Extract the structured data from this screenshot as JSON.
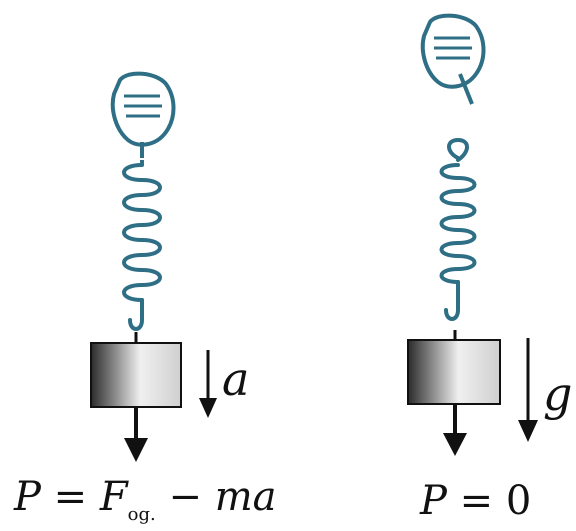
{
  "panels": [
    {
      "state": "left-accelerating",
      "acc_label": "a",
      "formula": {
        "lhs": "P",
        "eq": "=",
        "f": "F",
        "f_sub": "og.",
        "minus": "−",
        "rhs": "ma"
      }
    },
    {
      "state": "right-free-fall",
      "acc_label": "g",
      "formula": {
        "lhs": "P",
        "eq": "=",
        "rhs": "0"
      }
    }
  ],
  "colors": {
    "hand": "#2f6f86",
    "spring": "#2f6f86",
    "weight_dark": "#2b2b2b",
    "weight_light": "#e6e6e6",
    "arrow": "#111111"
  },
  "icons": [
    "hand-icon",
    "spring-icon",
    "weight-block-icon",
    "arrow-down-icon"
  ]
}
